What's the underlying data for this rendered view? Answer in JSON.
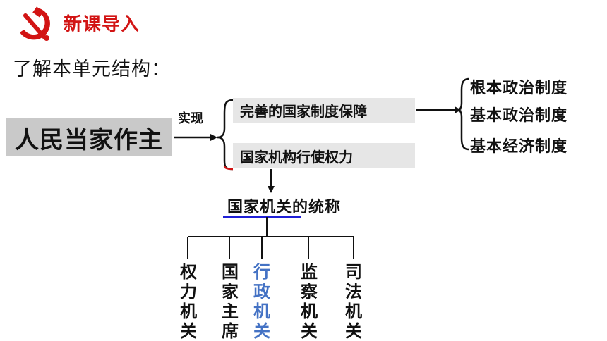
{
  "header": {
    "title": "新课导入"
  },
  "subtitle": "了解本单元结构：",
  "diagram": {
    "main": "人民当家作主",
    "realize_label": "实现",
    "guarantee": "完善的国家制度保障",
    "power": "国家机构行使权力",
    "systems": [
      "根本政治制度",
      "基本政治制度",
      "基本经济制度"
    ],
    "collective": "国家机关的统称",
    "organs": [
      "权力机关",
      "国家主席",
      "行政机关",
      "监察机关",
      "司法机关"
    ]
  },
  "colors": {
    "title_red": "#d21414",
    "highlight_blue": "#4472c4",
    "underline_blue": "#1f1fd6",
    "main_box_gray": "#c9c9c9",
    "box_gray": "#e6e6e6"
  },
  "icons": {
    "logo": "hammer-sickle-icon"
  }
}
